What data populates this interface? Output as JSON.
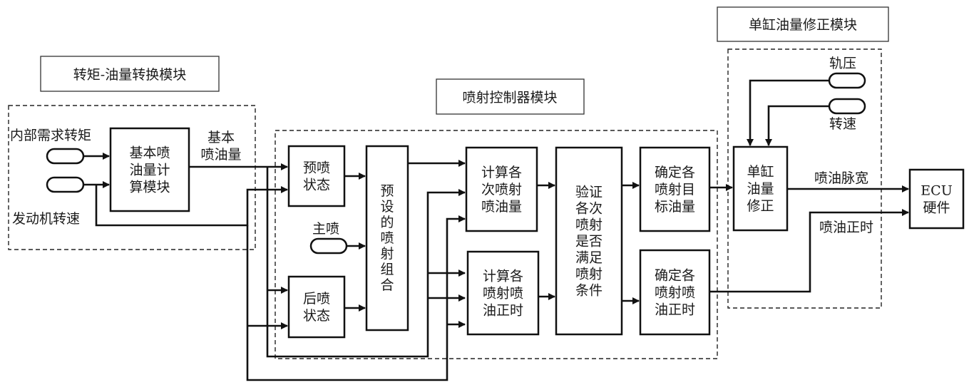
{
  "modules": {
    "torque_fuel": {
      "title": "转矩-油量转换模块"
    },
    "injection_controller": {
      "title": "喷射控制器模块"
    },
    "cylinder_correction": {
      "title": "单缸油量修正模块"
    }
  },
  "inputs": {
    "internal_torque": "内部需求转矩",
    "engine_speed": "发动机转速",
    "main_injection": "主喷",
    "rail_pressure": "轨压",
    "speed": "转速"
  },
  "blocks": {
    "base_fuel_calc": [
      "基本喷",
      "油量计",
      "算模块"
    ],
    "pre_injection": [
      "预喷",
      "状态"
    ],
    "post_injection": [
      "后喷",
      "状态"
    ],
    "preset_combo": [
      "预",
      "设",
      "的",
      "喷",
      "射",
      "组",
      "合"
    ],
    "calc_quantity": [
      "计算各",
      "次喷射",
      "喷油量"
    ],
    "calc_timing": [
      "计算各",
      "喷射喷",
      "油正时"
    ],
    "verify": [
      "验证",
      "各次",
      "喷射",
      "是否",
      "满足",
      "喷射",
      "条件"
    ],
    "target_quantity": [
      "确定各",
      "喷射目",
      "标油量"
    ],
    "target_timing": [
      "确定各",
      "喷射喷",
      "油正时"
    ],
    "cylinder_correct": [
      "单缸",
      "油量",
      "修正"
    ],
    "ecu": [
      "ECU",
      "硬件"
    ]
  },
  "signals": {
    "base_fuel": [
      "基本",
      "喷油量"
    ],
    "pulse_width": "喷油脉宽",
    "injection_timing": "喷油正时"
  }
}
